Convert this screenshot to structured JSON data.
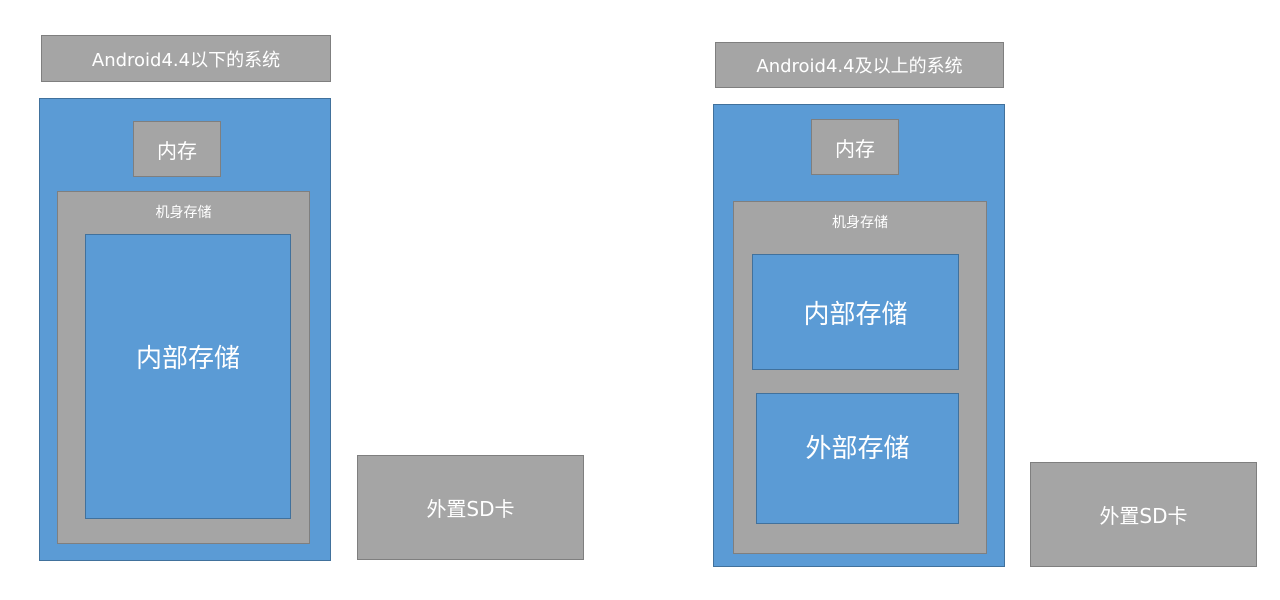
{
  "left": {
    "title": "Android4.4以下的系统",
    "memory_label": "内存",
    "device_storage_label": "机身存储",
    "internal_storage_label": "内部存储",
    "external_sd_label": "外置SD卡"
  },
  "right": {
    "title": "Android4.4及以上的系统",
    "memory_label": "内存",
    "device_storage_label": "机身存储",
    "internal_storage_label": "内部存储",
    "external_storage_label": "外部存储",
    "external_sd_label": "外置SD卡"
  },
  "colors": {
    "gray_fill": "#a5a5a5",
    "gray_border": "#7f7f7f",
    "blue_fill": "#5b9bd5",
    "blue_border": "#41719c",
    "text": "#ffffff"
  }
}
